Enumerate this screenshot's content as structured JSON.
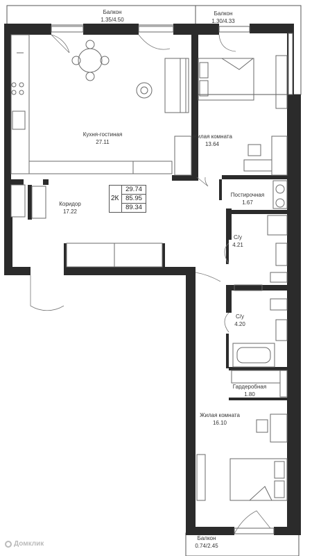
{
  "rooms": {
    "balcony_1": {
      "name": "Балкон",
      "area": "1.35/4.50"
    },
    "balcony_2": {
      "name": "Балкон",
      "area": "1.30/4.33"
    },
    "balcony_3": {
      "name": "Балкон",
      "area": "0.74/2.45"
    },
    "kitchen": {
      "name": "Кухня-гостиная",
      "area": "27.11"
    },
    "bedroom_1": {
      "name": "Жилая комната",
      "area": "13.64"
    },
    "laundry": {
      "name": "Постирочная",
      "area": "1.67"
    },
    "corridor": {
      "name": "Коридор",
      "area": "17.22"
    },
    "bath_1": {
      "name": "С/у",
      "area": "4.21"
    },
    "bath_2": {
      "name": "С/у",
      "area": "4.20"
    },
    "wardrobe": {
      "name": "Гардеробная",
      "area": "1.80"
    },
    "bedroom_2": {
      "name": "Жилая комната",
      "area": "16.10"
    }
  },
  "summary": {
    "type": "2К",
    "living_area": "29.74",
    "total_area": "85.95",
    "total_with_balconies": "89.34"
  },
  "watermark": {
    "text": "Домклик"
  }
}
